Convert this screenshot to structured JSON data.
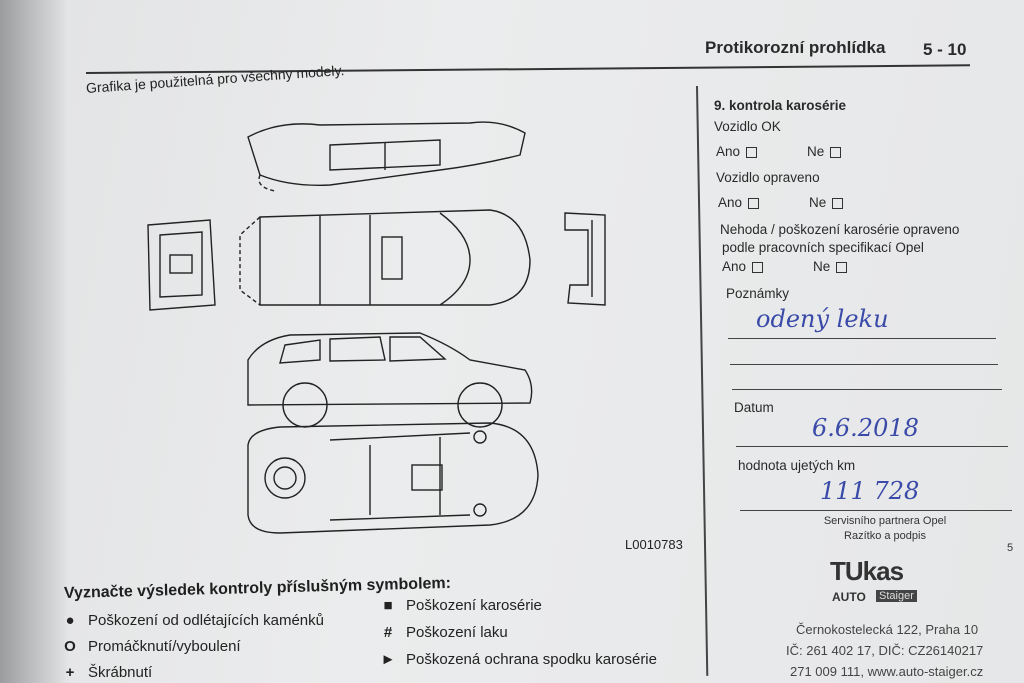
{
  "header": {
    "title": "Protikorozní prohlídka",
    "page": "5 - 10"
  },
  "note": "Grafika je použitelná pro všechny modely.",
  "figure_code": "L0010783",
  "legend": {
    "title": "Vyznačte výsledek kontroly příslušným symbolem:",
    "left": [
      {
        "symbol": "●",
        "label": "Poškození od odlétajících kaménků"
      },
      {
        "symbol": "O",
        "label": "Promáčknutí/vyboulení"
      },
      {
        "symbol": "+",
        "label": "Škrábnutí"
      }
    ],
    "right": [
      {
        "symbol": "■",
        "label": "Poškození karosérie"
      },
      {
        "symbol": "#",
        "label": "Poškození laku"
      },
      {
        "symbol": "►",
        "label": "Poškozená ochrana spodku karosérie"
      }
    ]
  },
  "form": {
    "heading": "9. kontrola karosérie",
    "q1": "Vozidlo OK",
    "q2": "Vozidlo opraveno",
    "q3_line1": "Nehoda / poškození karosérie opraveno",
    "q3_line2": "podle pracovních specifikací Opel",
    "yes": "Ano",
    "no": "Ne",
    "notes_label": "Poznámky",
    "notes_value": "odený leku",
    "date_label": "Datum",
    "date_value": "6.6.2018",
    "km_label": "hodnota ujetých km",
    "km_value": "111 728",
    "partner_line1": "Servisního partnera Opel",
    "partner_line2": "Razítko a podpis",
    "page_mark": "5"
  },
  "stamp": {
    "logo": "TUkas",
    "logo_sub": "AUTO",
    "logo_sub2": "Staiger",
    "address": "Černokostelecká 122, Praha 10",
    "ids": "IČ: 261 402 17, DIČ: CZ26140217",
    "phone": "271 009 111, www.auto-staiger.cz"
  }
}
